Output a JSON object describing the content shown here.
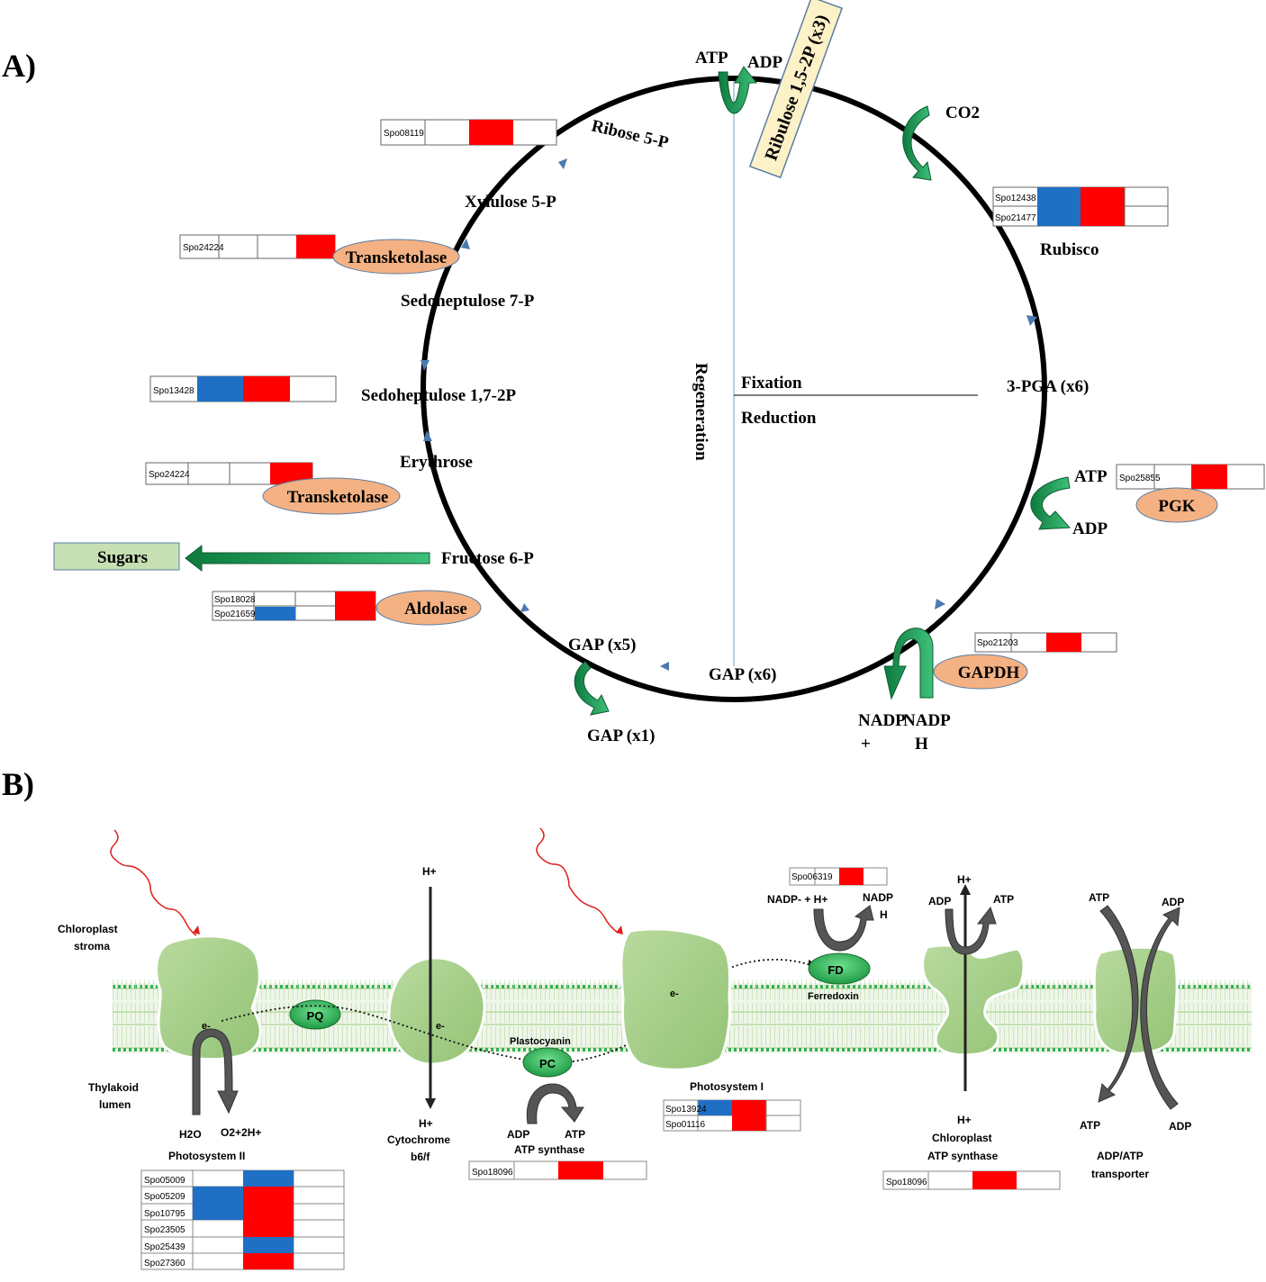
{
  "panel_a": {
    "letter": "A)",
    "ribulose_box": "Ribulose 1,5-2P (x3)",
    "atp": "ATP",
    "adp": "ADP",
    "co2": "CO2",
    "ribose5p": "Ribose 5-P",
    "xylulose5p": "Xylulose 5-P",
    "sedoheptulose7p": "Sedoheptulose 7-P",
    "sedoheptulose17": "Sedoheptulose 1,7-2P",
    "erythrose": "Erythrose",
    "fructose6p": "Fructose 6-P",
    "sugars": "Sugars",
    "gap5": "GAP (x5)",
    "gap1": "GAP (x1)",
    "gap6": "GAP (x6)",
    "pga": "3-PGA (x6)",
    "rubisco": "Rubisco",
    "regeneration": "Regeneration",
    "fixation": "Fixation",
    "reduction": "Reduction",
    "pgk_atp": "ATP",
    "pgk_adp": "ADP",
    "nadp_plus_line1": "NADP",
    "nadp_plus_line2": "+",
    "nadph_line1": "NADP",
    "nadph_line2": "H",
    "enzymes": {
      "transketolase1": "Transketolase",
      "transketolase2": "Transketolase",
      "aldolase": "Aldolase",
      "pgk": "PGK",
      "gapdh": "GAPDH"
    },
    "genes": {
      "spo08119": "Spo08119",
      "spo24224a": "Spo24224",
      "spo13428": "Spo13428",
      "spo24224b": "Spo24224",
      "spo18028": "Spo18028",
      "spo21659": "Spo21659",
      "spo12438": "Spo12438",
      "spo21477": "Spo21477",
      "spo25855": "Spo25855",
      "spo21203": "Spo21203"
    }
  },
  "panel_b": {
    "letter": "B)",
    "stroma": "Chloroplast stroma",
    "lumen": "Thylakoid lumen",
    "pq": "PQ",
    "pc": "PC",
    "fd": "FD",
    "plastocyanin": "Plastocyanin",
    "ferredoxin": "Ferredoxin",
    "e1": "e-",
    "e2": "e-",
    "e3": "e-",
    "h2o": "H2O",
    "o2": "O2+2H+",
    "ps2": "Photosystem II",
    "hplus_top": "H+",
    "hplus_bottom": "H+",
    "cytb6f": "Cytochrome b6/f",
    "atp_syn_adp": "ADP",
    "atp_syn_atp": "ATP",
    "atp_synthase": "ATP synthase",
    "ps1": "Photosystem I",
    "nadp_in": "NADP- + H+",
    "nadph_out_1": "NADP",
    "nadph_out_2": "H",
    "cas_adp": "ADP",
    "cas_atp": "ATP",
    "cas_hplus_top": "H+",
    "cas_hplus_bottom": "H+",
    "chl_atp_synthase": "Chloroplast ATP synthase",
    "tr_atp_top": "ATP",
    "tr_adp_top": "ADP",
    "tr_atp_bottom": "ATP",
    "tr_adp_bottom": "ADP",
    "transporter": "ADP/ATP transporter",
    "genes": {
      "spo05009": "Spo05009",
      "spo05209": "Spo05209",
      "spo10795": "Spo10795",
      "spo23505": "Spo23505",
      "spo25439": "Spo25439",
      "spo27360": "Spo27360",
      "spo18096a": "Spo18096",
      "spo13924": "Spo13924",
      "spo01116": "Spo01116",
      "spo06319": "Spo06319",
      "spo18096b": "Spo18096"
    }
  },
  "colors": {
    "up": "#ff0000",
    "down": "#1f6fc5",
    "membrane": "#9ccc7a",
    "enzyme": "#f4b183",
    "arrow_green": "#1aa05a"
  }
}
